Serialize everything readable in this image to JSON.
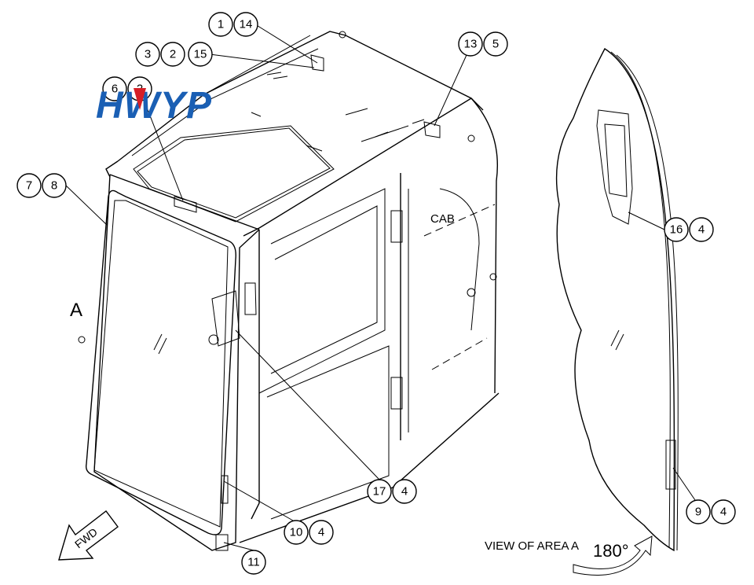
{
  "logo": {
    "text": "HWYP",
    "color": "#1a5fb4",
    "accent": "#d61f26"
  },
  "labels": {
    "cab": "CAB",
    "view_marker": "A",
    "view_caption": "VIEW OF AREA A",
    "rotation": "180°",
    "fwd": "FWD"
  },
  "callouts": [
    {
      "id": "c1",
      "number": "1"
    },
    {
      "id": "c14",
      "number": "14"
    },
    {
      "id": "c3",
      "number": "3"
    },
    {
      "id": "c2a",
      "number": "2"
    },
    {
      "id": "c15",
      "number": "15"
    },
    {
      "id": "c6",
      "number": "6"
    },
    {
      "id": "c2b",
      "number": "2"
    },
    {
      "id": "c13",
      "number": "13"
    },
    {
      "id": "c5",
      "number": "5"
    },
    {
      "id": "c7",
      "number": "7"
    },
    {
      "id": "c8",
      "number": "8"
    },
    {
      "id": "c16",
      "number": "16"
    },
    {
      "id": "c4a",
      "number": "4"
    },
    {
      "id": "c17",
      "number": "17"
    },
    {
      "id": "c4b",
      "number": "4"
    },
    {
      "id": "c10",
      "number": "10"
    },
    {
      "id": "c4c",
      "number": "4"
    },
    {
      "id": "c11",
      "number": "11"
    },
    {
      "id": "c9",
      "number": "9"
    },
    {
      "id": "c4d",
      "number": "4"
    }
  ]
}
